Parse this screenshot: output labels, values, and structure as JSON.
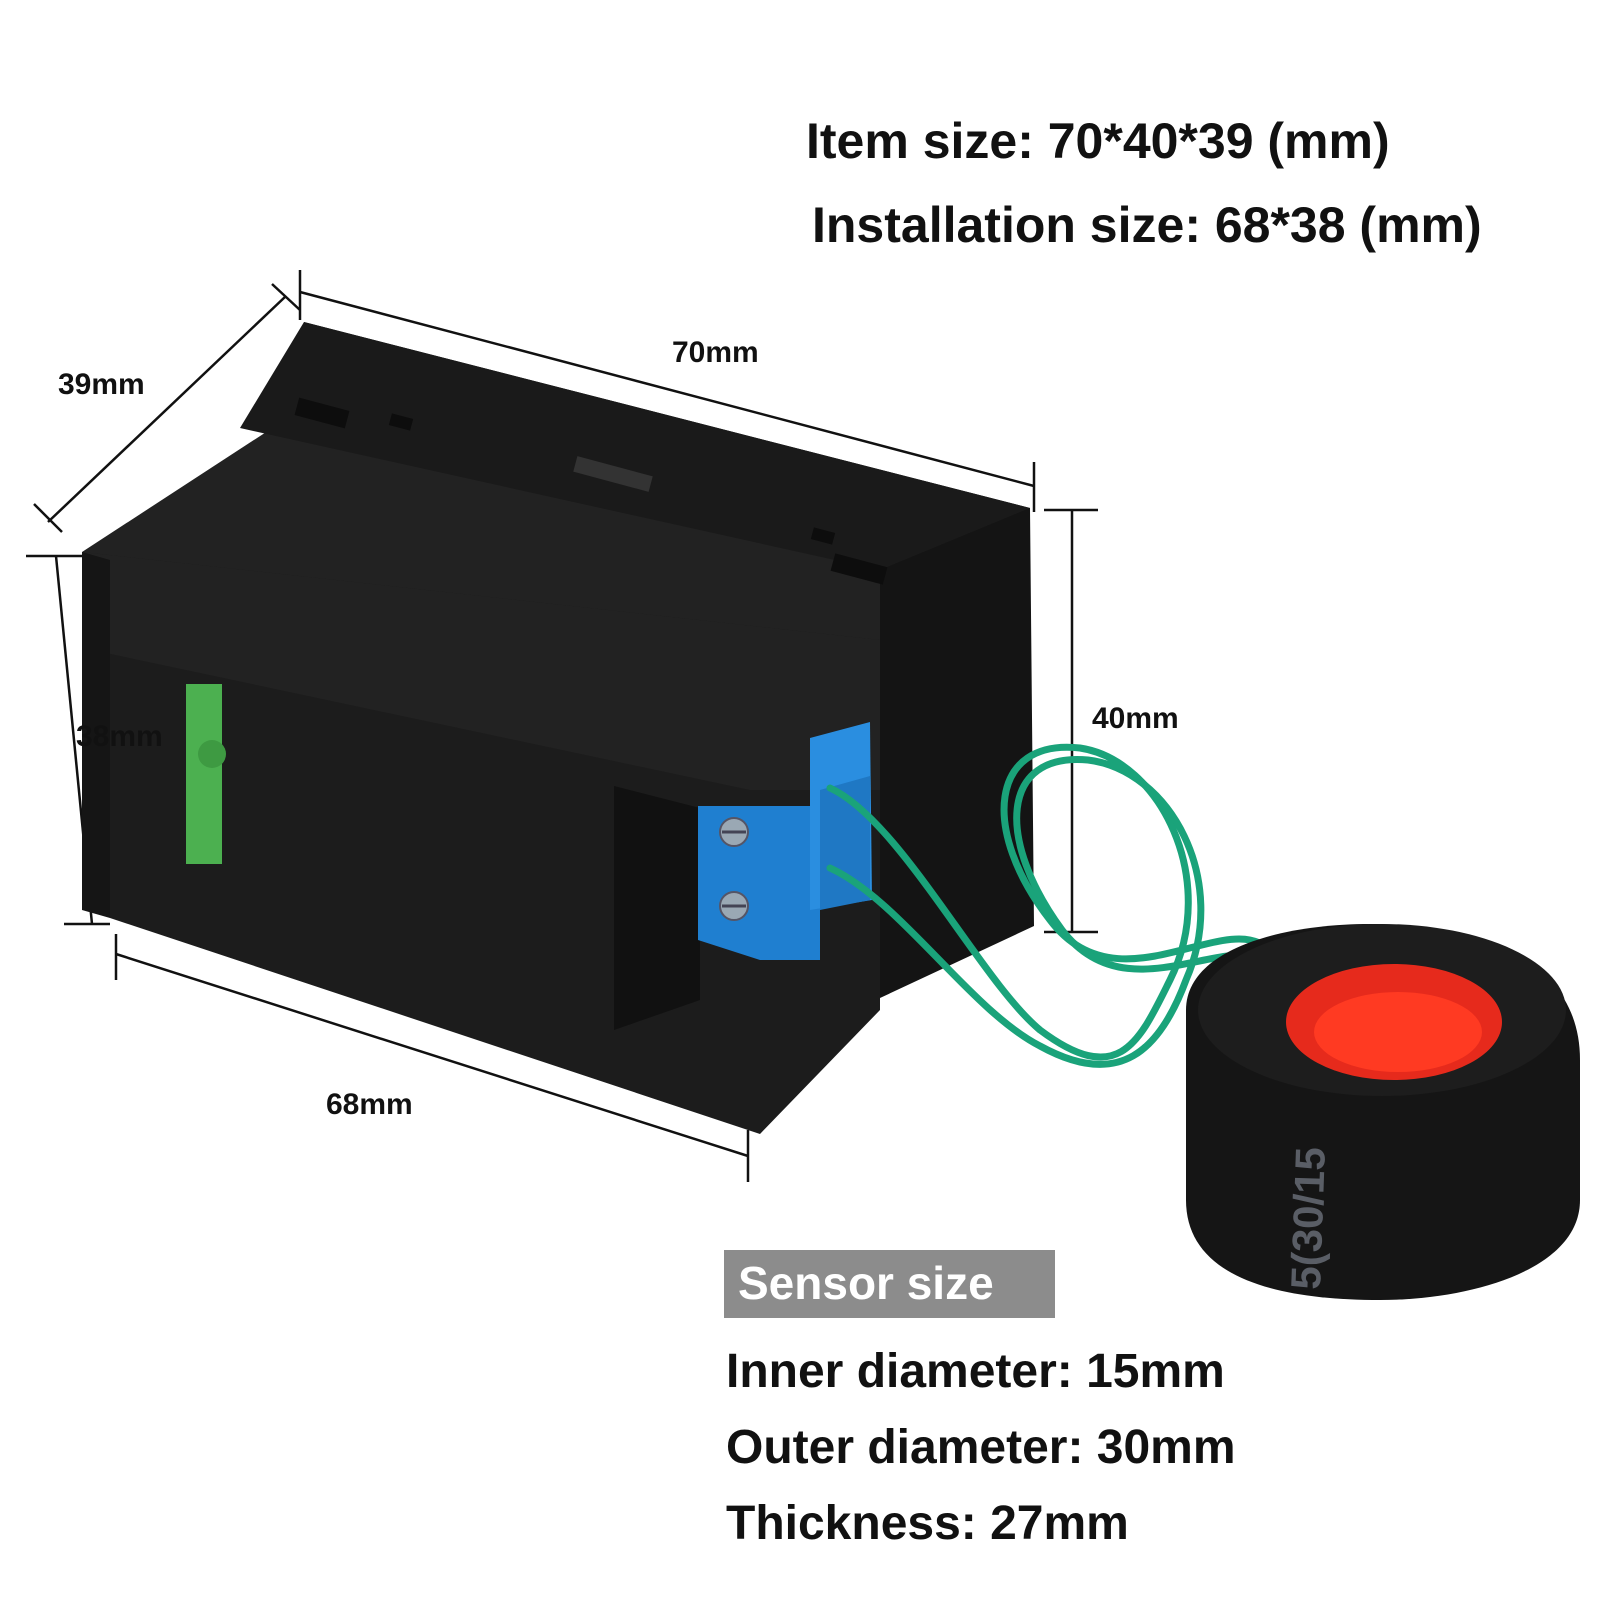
{
  "specs": {
    "item_size": "Item size: 70*40*39 (mm)",
    "installation_size": "Installation size: 68*38 (mm)"
  },
  "dimensions": {
    "length": "70mm",
    "depth": "39mm",
    "height_panel": "38mm",
    "height_front": "40mm",
    "width_panel": "68mm"
  },
  "sensor": {
    "heading": "Sensor size",
    "inner_diameter": "Inner diameter: 15mm",
    "outer_diameter": "Outer diameter: 30mm",
    "thickness": "Thickness: 27mm",
    "marking": "5(30/15"
  },
  "colors": {
    "housing": "#1c1c1c",
    "terminal_blue": "#1f7fd0",
    "terminal_green": "#4cb050",
    "wire": "#1aa37a",
    "ring_core": "#e62a1c",
    "badge": "#8c8c8c"
  }
}
